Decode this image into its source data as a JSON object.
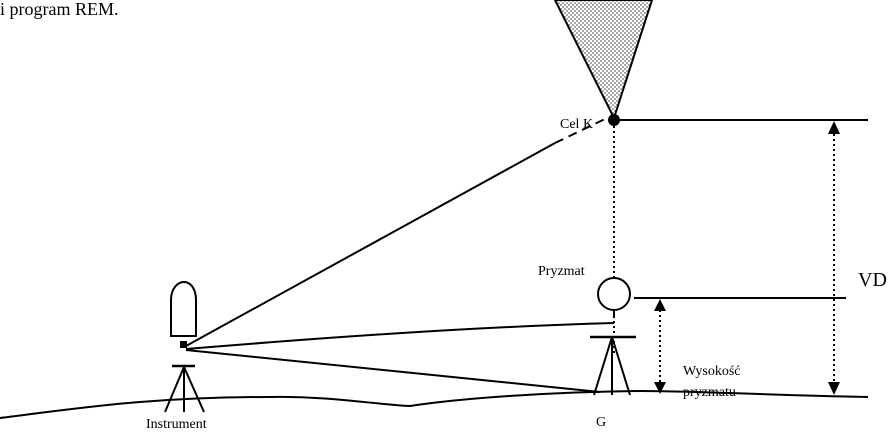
{
  "header": {
    "caption_fragment": "i program REM."
  },
  "labels": {
    "target": "Cel K",
    "prism": "Pryzmat",
    "vertical_distance": "VD",
    "prism_height_line1": "Wysokość",
    "prism_height_line2": "pryzmatu",
    "instrument": "Instrument",
    "ground_point": "G"
  },
  "colors": {
    "ink": "#000000",
    "target_fill": "#bdbdbd"
  }
}
